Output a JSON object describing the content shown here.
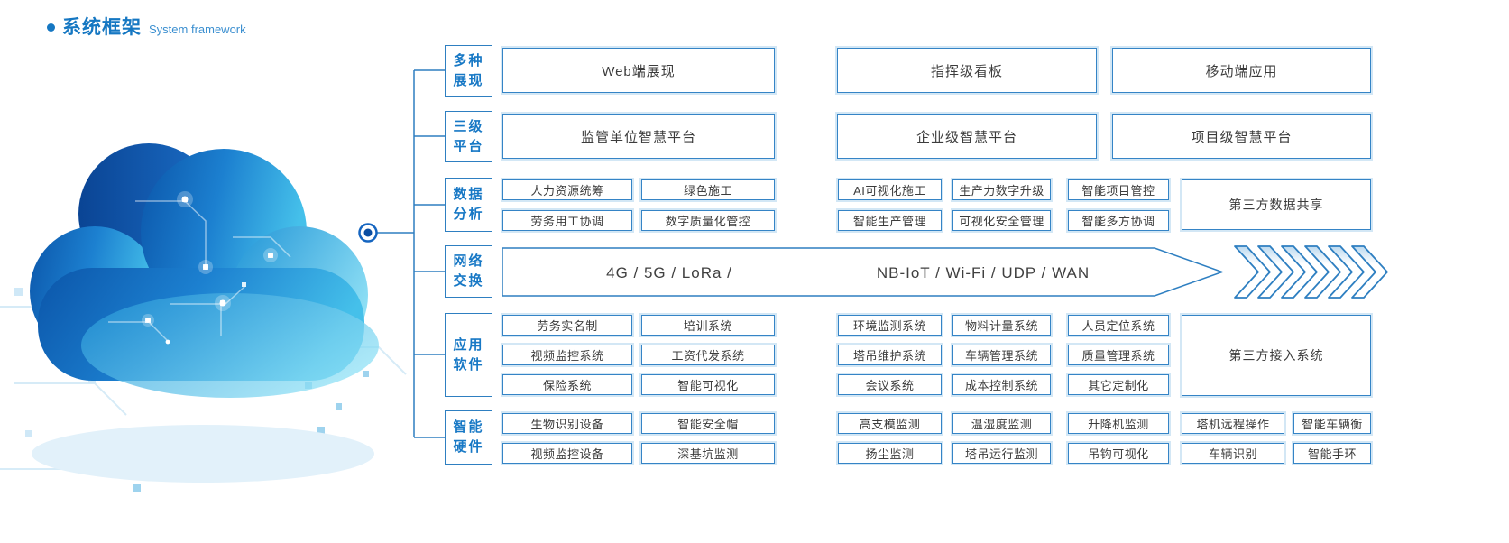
{
  "title": {
    "zh": "系统框架",
    "en": "System framework"
  },
  "colors": {
    "accent": "#1577c2",
    "box_border": "#3584c6",
    "glow": "#d3e7f5",
    "text": "#3c3c3c"
  },
  "icons": [
    "cloud-illustration",
    "hub-node-icon",
    "connector-lines",
    "chevron-arrows-icon",
    "title-bullet-icon"
  ],
  "rows": {
    "display": {
      "label_line1": "多种",
      "label_line2": "展现",
      "boxes": [
        "Web端展现",
        "指挥级看板",
        "移动端应用"
      ]
    },
    "platform": {
      "label_line1": "三级",
      "label_line2": "平台",
      "boxes": [
        "监管单位智慧平台",
        "企业级智慧平台",
        "项目级智慧平台"
      ]
    },
    "data_analysis": {
      "label_line1": "数据",
      "label_line2": "分析",
      "left": [
        [
          "人力资源统筹",
          "绿色施工"
        ],
        [
          "劳务用工协调",
          "数字质量化管控"
        ]
      ],
      "right": [
        [
          "AI可视化施工",
          "生产力数字升级",
          "智能项目管控"
        ],
        [
          "智能生产管理",
          "可视化安全管理",
          "智能多方协调"
        ]
      ],
      "share_box": "第三方数据共享"
    },
    "network": {
      "label_line1": "网络",
      "label_line2": "交换",
      "text_left": "4G / 5G / LoRa /",
      "text_right": "NB-IoT / Wi-Fi / UDP / WAN"
    },
    "software": {
      "label_line1": "应用",
      "label_line2": "软件",
      "left": [
        [
          "劳务实名制",
          "培训系统"
        ],
        [
          "视频监控系统",
          "工资代发系统"
        ],
        [
          "保险系统",
          "智能可视化"
        ]
      ],
      "right": [
        [
          "环境监测系统",
          "物料计量系统",
          "人员定位系统"
        ],
        [
          "塔吊维护系统",
          "车辆管理系统",
          "质量管理系统"
        ],
        [
          "会议系统",
          "成本控制系统",
          "其它定制化"
        ]
      ],
      "share_box": "第三方接入系统"
    },
    "hardware": {
      "label_line1": "智能",
      "label_line2": "硬件",
      "row1": [
        "生物识别设备",
        "智能安全帽",
        "高支模监测",
        "温湿度监测",
        "升降机监测",
        "塔机远程操作",
        "智能车辆衡"
      ],
      "row2": [
        "视频监控设备",
        "深基坑监测",
        "扬尘监测",
        "塔吊运行监测",
        "吊钩可视化",
        "车辆识别",
        "智能手环"
      ]
    }
  }
}
